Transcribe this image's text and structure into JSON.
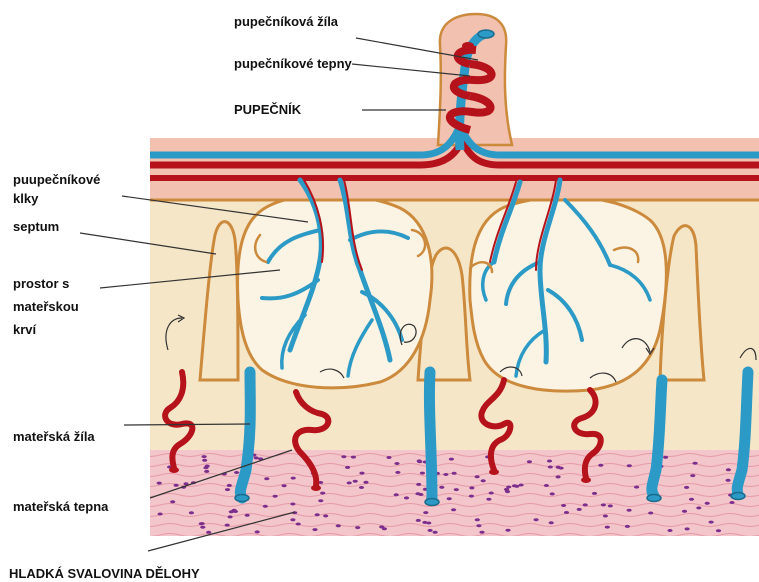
{
  "colors": {
    "vein_blue": "#2b9ac6",
    "artery_red": "#b5121b",
    "placenta_fill": "#f6e6c8",
    "border_tan": "#cc8a3c",
    "cord_pink": "#f2c1b0",
    "muscle_pink": "#f3c6cc",
    "muscle_dots": "#7b2e8c"
  },
  "labels": {
    "umbilical_vein": "pupečníková žíla",
    "umbilical_arteries": "pupečníkové tepny",
    "umbilical_cord": "PUPEČNÍK",
    "villi_line1": "puupečníkové",
    "villi_line2": "klky",
    "septum": "septum",
    "space_line1": "prostor s",
    "space_line2": "mateřskou",
    "space_line3": "krví",
    "maternal_vein": "mateřská žíla",
    "maternal_artery": "mateřská tepna",
    "smooth_muscle": "HLADKÁ SVALOVINA DĚLOHY"
  }
}
